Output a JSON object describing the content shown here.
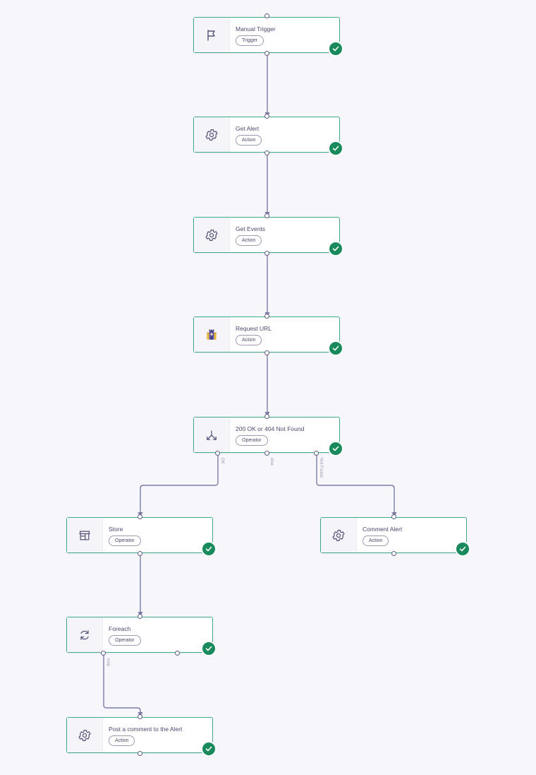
{
  "colors": {
    "background": "#f6f6fb",
    "node_border": "#3ea98a",
    "edge": "#7b7ba8",
    "success": "#188a5c"
  },
  "nodes": {
    "manual_trigger": {
      "title": "Manual Trigger",
      "badge": "Trigger",
      "icon": "flag-icon",
      "status": "success"
    },
    "get_alert": {
      "title": "Get Alert",
      "badge": "Action",
      "icon": "gear-icon",
      "status": "success"
    },
    "get_events": {
      "title": "Get Events",
      "badge": "Action",
      "icon": "gear-icon",
      "status": "success"
    },
    "request_url": {
      "title": "Request URL",
      "badge": "Action",
      "icon": "castle-icon",
      "status": "success"
    },
    "branch": {
      "title": "200 OK or 404 Not Found",
      "badge": "Operator",
      "icon": "fork-icon",
      "status": "success"
    },
    "store": {
      "title": "Store",
      "badge": "Operator",
      "icon": "store-icon",
      "status": "success"
    },
    "comment_alert": {
      "title": "Comment Alert",
      "badge": "Action",
      "icon": "gear-icon",
      "status": "success"
    },
    "foreach": {
      "title": "Foreach",
      "badge": "Operator",
      "icon": "loop-icon",
      "status": "success"
    },
    "post_comment": {
      "title": "Post a comment to the Alert",
      "badge": "Action",
      "icon": "gear-icon",
      "status": "success"
    }
  },
  "port_labels": {
    "ok": "OK",
    "else": "else",
    "not_found": "Not Found",
    "loop": "loop"
  }
}
